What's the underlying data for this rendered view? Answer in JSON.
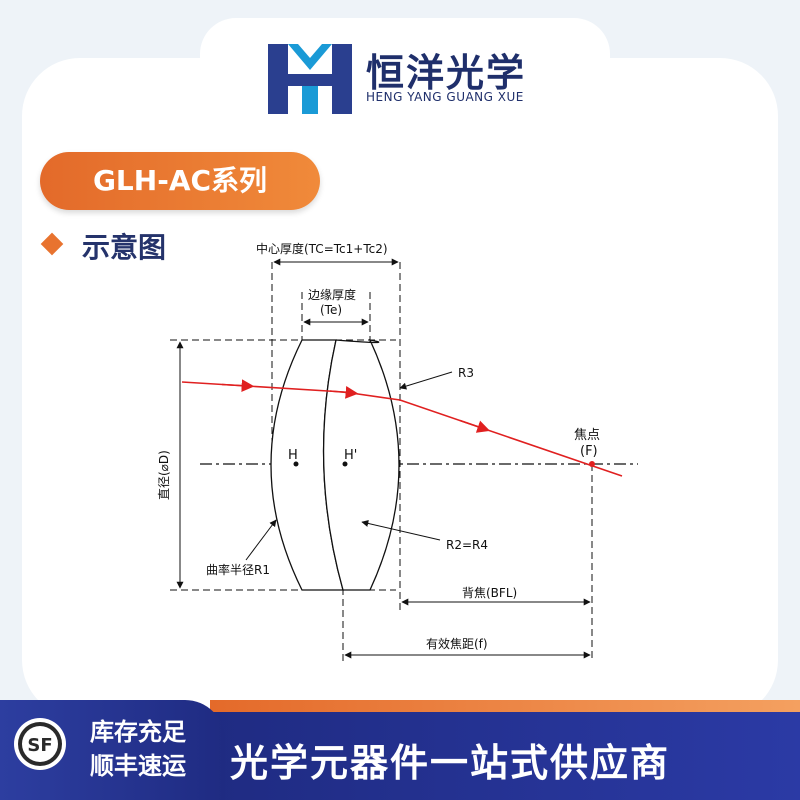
{
  "header": {
    "brand_cn": "恒洋光学",
    "brand_en": "HENG YANG GUANG XUE",
    "logo_icon": "hy-logo-icon"
  },
  "series": {
    "label": "GLH-AC系列"
  },
  "section": {
    "title": "示意图"
  },
  "diagram": {
    "center_thickness": "中心厚度(TC=Tc1+Tc2)",
    "edge_thickness_cn": "边缘厚度",
    "edge_thickness_sym": "(Te)",
    "r3": "R3",
    "focus_cn": "焦点",
    "focus_sym": "(F)",
    "h": "H",
    "h_prime": "H'",
    "diameter": "直径(⌀D)",
    "r2_r4": "R2=R4",
    "radius_r1": "曲率半径R1",
    "bfl": "背焦(BFL)",
    "efl": "有效焦距(f)"
  },
  "footer": {
    "stock_line1": "库存充足",
    "stock_line2": "顺丰速运",
    "slogan": "光学元器件一站式供应商",
    "badge_icon": "sf-express-icon"
  },
  "colors": {
    "accent_orange": "#e8732f",
    "brand_blue": "#1f2f6b",
    "ray_red": "#e02020"
  }
}
